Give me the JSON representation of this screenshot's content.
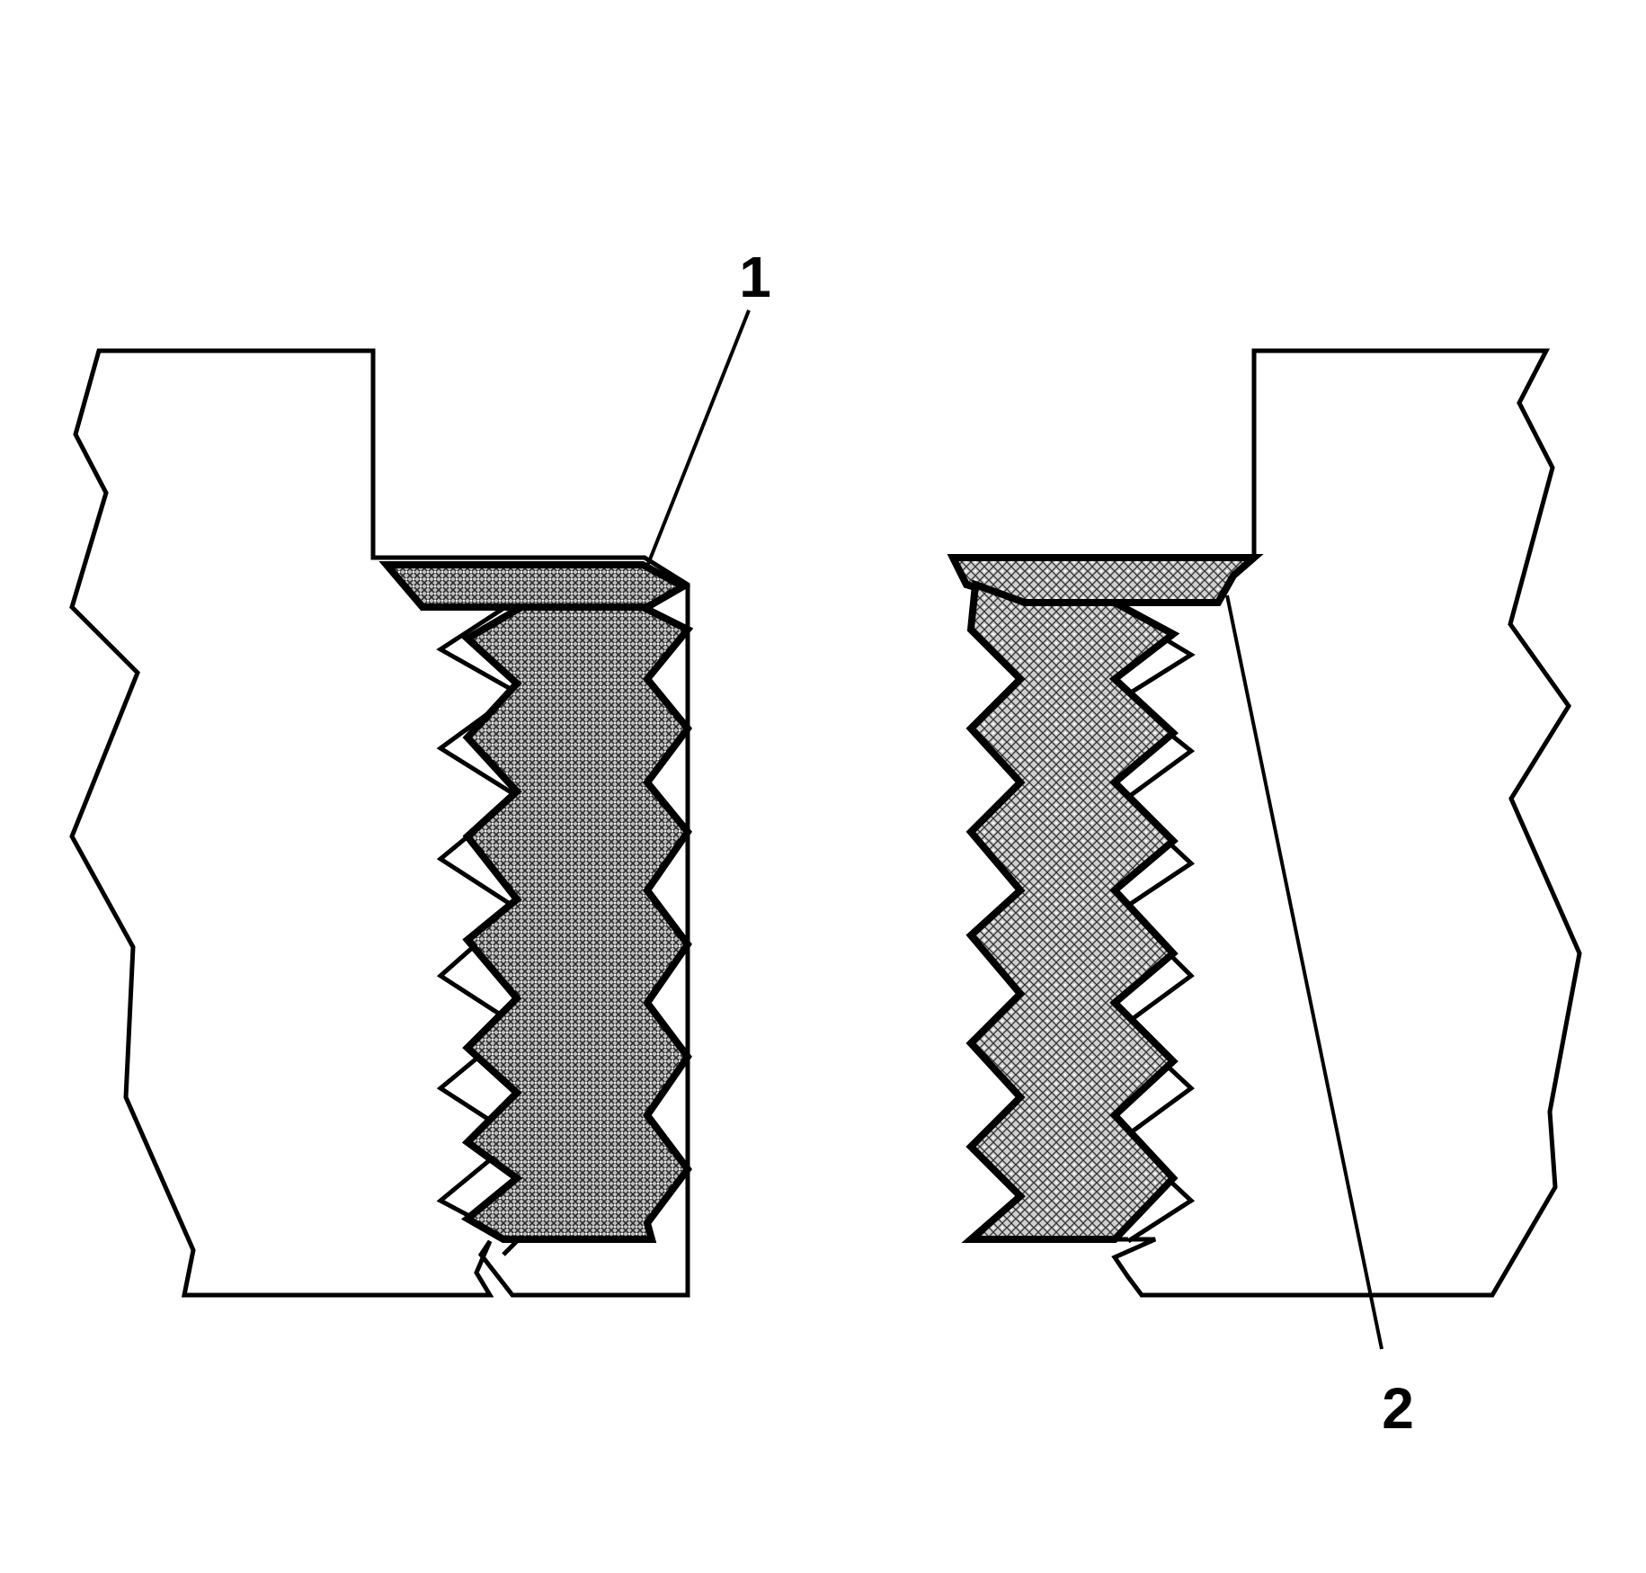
{
  "callouts": [
    {
      "id": "1",
      "label": "1"
    },
    {
      "id": "2",
      "label": "2"
    }
  ],
  "colors": {
    "ink": "#000000",
    "paper": "#ffffff",
    "texture_dark": "#2a2a2a",
    "texture_light": "#e6e6e6"
  }
}
